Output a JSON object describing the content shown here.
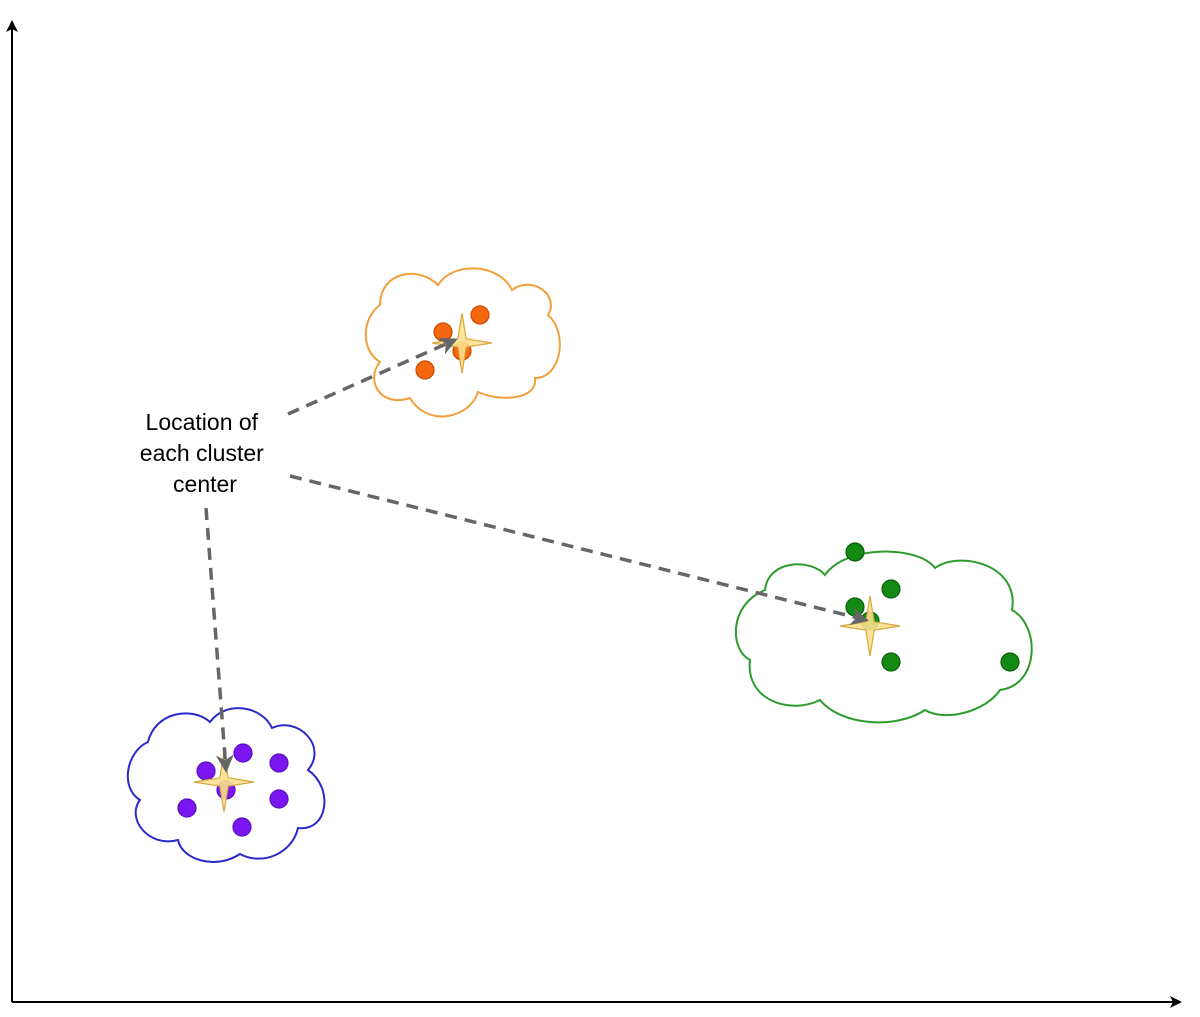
{
  "annotation": {
    "lines": [
      "Location of",
      "each cluster",
      "center"
    ]
  },
  "axes": {
    "x_label": "",
    "y_label": ""
  },
  "clusters": [
    {
      "name": "orange",
      "outline_color": "#f29e3a",
      "point_color": "#f5670f",
      "point_stroke": "#c94a00",
      "point_count": 4
    },
    {
      "name": "green",
      "outline_color": "#2c9b2c",
      "point_color": "#138a13",
      "point_stroke": "#0b5e0b",
      "point_count": 6
    },
    {
      "name": "purple",
      "outline_color": "#2a2acb",
      "point_color": "#7a16f0",
      "point_stroke": "#5a0fc0",
      "point_count": 7
    }
  ],
  "centroid_icon": "four-point-star-icon",
  "centroid_color": "#fbe08e",
  "arrow_color": "#666666"
}
